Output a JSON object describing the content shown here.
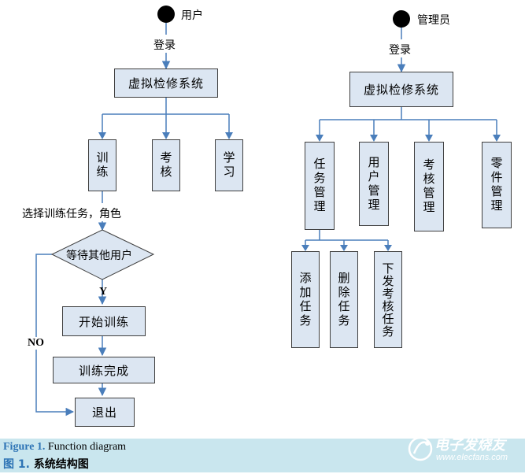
{
  "left": {
    "start_label": "用户",
    "login": "登录",
    "system": "虚拟检修系统",
    "modules": [
      "训练",
      "考核",
      "学习"
    ],
    "select_label": "选择训练任务，角色",
    "decision": "等待其他用户",
    "yes": "Y",
    "no": "NO",
    "start_training": "开始训练",
    "training_done": "训练完成",
    "exit": "退出"
  },
  "right": {
    "start_label": "管理员",
    "login": "登录",
    "system": "虚拟检修系统",
    "modules": [
      "任务管理",
      "用户管理",
      "考核管理",
      "零件管理"
    ],
    "submodules": [
      "添加任务",
      "删除任务",
      "下发考核任务"
    ]
  },
  "caption": {
    "en_prefix": "Figure 1.",
    "en_text": "Function diagram",
    "cn_prefix": "图 1.",
    "cn_text": "系统结构图"
  },
  "watermark": {
    "name": "电子发烧友",
    "url": "www.elecfans.com"
  },
  "colors": {
    "box_fill": "#dce6f2",
    "connector": "#4a7ebb",
    "caption_bg": "#c9e6ee",
    "caption_accent": "#2e74b5"
  }
}
